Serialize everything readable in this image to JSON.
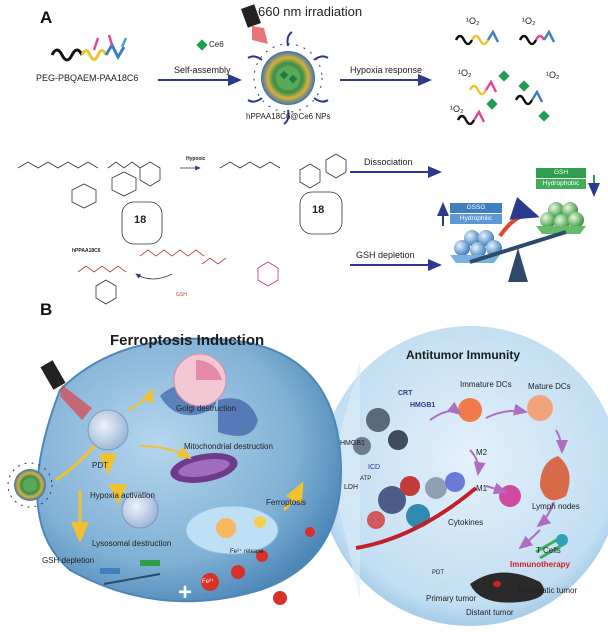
{
  "panel_a": {
    "label": "A",
    "polymer_name": "PEG-PBQAEM-PAA18C6",
    "ce6_label": "Ce6",
    "irradiation_label": "660 nm irradiation",
    "self_assembly_label": "Self-assembly",
    "nanoparticle_label": "hPPAA18C6@Ce6 NPs",
    "hypoxia_response_label": "Hypoxia response",
    "singlet_oxygen_label": "¹O₂",
    "hypoxic_label": "Hypoxic",
    "crown_number": "18",
    "hppaa_label": "hPPAA18C6",
    "gsh_small_label": "GSH",
    "dissociation_label": "Dissociation",
    "gsh_depletion_label": "GSH depletion",
    "gssg_label": "GSSG",
    "hydrophilic_label": "Hydrophilic",
    "gsh_label": "GSH",
    "hydrophobic_label": "Hydrophobic"
  },
  "panel_b": {
    "label": "B",
    "ferroptosis_title": "Ferroptosis Induction",
    "antitumor_title": "Antitumor Immunity",
    "golgi": "Golgi destruction",
    "pdt": "PDT",
    "mitochondrial": "Mitochondrial destruction",
    "hypoxia_activation": "Hypoxia activation",
    "ferroptosis": "Ferroptosis",
    "lysosomal": "Lysosomal destruction",
    "gsh_depletion": "GSH depletion",
    "fe_release": "Fe²⁺ release",
    "fe2": "Fe²⁺",
    "crt": "CRT",
    "hmgb1": "HMGB1",
    "immature_dcs": "Immature DCs",
    "mature_dcs": "Mature DCs",
    "m2": "M2",
    "m1": "M1",
    "icd": "ICD",
    "atp": "ATP",
    "ldh": "LDH",
    "lymph_nodes": "Lymph nodes",
    "cytokines": "Cytokines",
    "t_cells": "T Cells",
    "immunotherapy": "Immunotherapy",
    "pdt_small": "PDT",
    "metastatic": "Metastatic tumor",
    "primary": "Primary tumor",
    "distant": "Distant tumor"
  },
  "colors": {
    "arrow_blue": "#2b3a8c",
    "ce6_green": "#1f9d55",
    "cell_blue": "#7fb0d4",
    "circle_blue": "#c7e0f2",
    "immunotherapy_red": "#d0202a",
    "red_chem": "#c0392b",
    "pink_chem": "#d0308a"
  }
}
